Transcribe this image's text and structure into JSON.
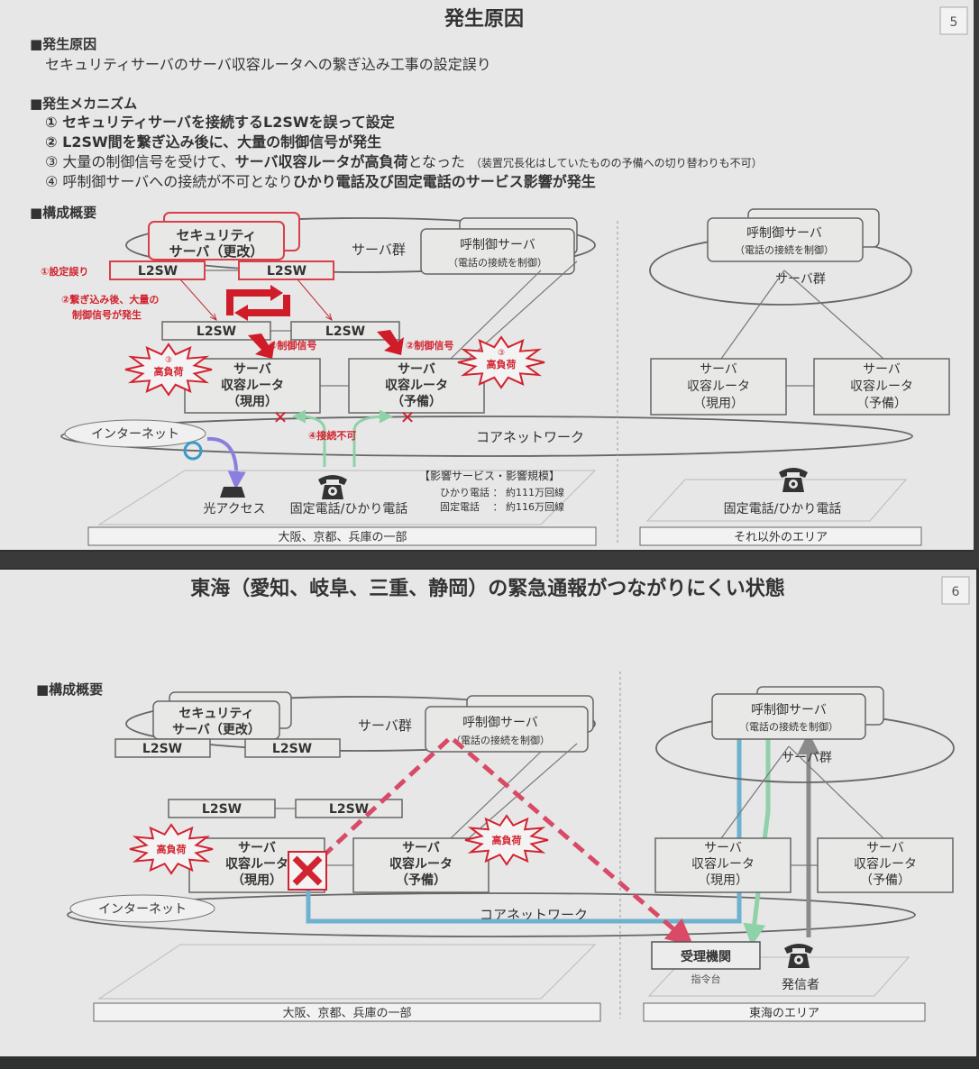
{
  "slide1": {
    "title": "発生原因",
    "page_number": "5",
    "cause_heading": "■発生原因",
    "cause_text": "セキュリティサーバのサーバ収容ルータへの繋ぎ込み工事の設定誤り",
    "mechanism_heading": "■発生メカニズム",
    "mechanism": {
      "item1": "① セキュリティサーバを接続するL2SWを誤って設定",
      "item2": "② L2SW間を繋ぎ込み後に、大量の制御信号が発生",
      "item3_a": "③ 大量の制御信号を受けて、",
      "item3_b": "サーバ収容ルータが高負荷",
      "item3_c": "となった",
      "item3_note": "（装置冗長化はしていたものの予備への切り替わりも不可）",
      "item4_a": "④ 呼制御サーバへの接続が不可となり",
      "item4_b": "ひかり電話及び固定電話のサービス影響が発生"
    },
    "config_heading": "■構成概要",
    "diagram": {
      "security_server_1": "セキュリティ",
      "security_server_2": "サーバ（更改）",
      "l2sw": "L2SW",
      "server_group": "サーバ群",
      "call_control_1": "呼制御サーバ",
      "call_control_2": "（電話の接続を制御）",
      "annot_misconfig": "①設定誤り",
      "annot_signal_1": "②繋ぎ込み後、大量の",
      "annot_signal_2": "制御信号が発生",
      "control_signal": "②制御信号",
      "high_load_num": "③",
      "high_load": "高負荷",
      "router_1": "サーバ",
      "router_2": "収容ルータ",
      "router_active": "（現用）",
      "router_standby": "（予備）",
      "internet": "インターネット",
      "core_network": "コアネットワーク",
      "no_connection": "④接続不可",
      "fiber_access": "光アクセス",
      "fixed_phone": "固定電話/ひかり電話",
      "impact_heading": "【影響サービス・影響規模】",
      "impact_hikari": "ひかり電話 ： 約111万回線",
      "impact_fixed": "固定電話 　： 約116万回線",
      "area_affected": "大阪、京都、兵庫の一部",
      "area_other": "それ以外のエリア"
    }
  },
  "slide2": {
    "title": "東海（愛知、岐阜、三重、静岡）の緊急通報がつながりにくい状態",
    "page_number": "6",
    "config_heading": "■構成概要",
    "diagram": {
      "receiving_agency": "受理機関",
      "dispatch_desk": "指令台",
      "caller": "発信者",
      "area_affected": "大阪、京都、兵庫の一部",
      "area_tokai": "東海のエリア"
    }
  },
  "colors": {
    "accent_red": "#d22330",
    "blue_path": "#6fb2cf",
    "green_path": "#8fd1a8",
    "gray_path": "#8a8a8a",
    "purple_path": "#8a7fe0"
  }
}
